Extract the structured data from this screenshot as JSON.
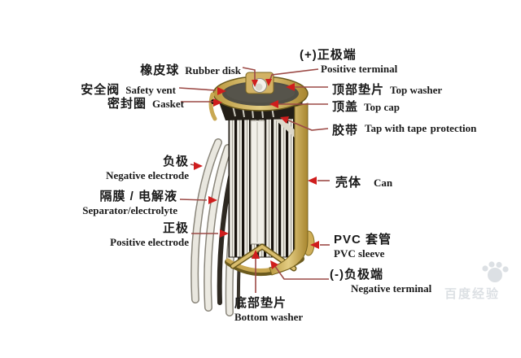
{
  "labels": {
    "rubber_disk": {
      "zh": "橡皮球",
      "en": "Rubber disk"
    },
    "positive_terminal": {
      "zh": "(+)正极端",
      "en": "Positive terminal"
    },
    "safety_vent": {
      "zh": "安全阀",
      "en": "Safety vent"
    },
    "gasket": {
      "zh": "密封圈",
      "en": "Gasket"
    },
    "top_washer": {
      "zh": "顶部垫片",
      "en": "Top washer"
    },
    "top_cap": {
      "zh": "顶盖",
      "en": "Top cap"
    },
    "tape": {
      "zh": "胶带",
      "en_line1": "Tap with tape",
      "en_line2": "protection"
    },
    "negative_electrode": {
      "zh": "负极",
      "en": "Negative electrode"
    },
    "separator": {
      "zh": "隔膜 / 电解液",
      "en": "Separator/electrolyte"
    },
    "positive_electrode": {
      "zh": "正极",
      "en": "Positive electrode"
    },
    "can": {
      "zh": "壳体",
      "en": "Can"
    },
    "pvc_sleeve": {
      "zh": "PVC 套管",
      "en": "PVC sleeve"
    },
    "negative_terminal": {
      "zh": "(-)负极端",
      "en": "Negative terminal"
    },
    "bottom_washer": {
      "zh": "底部垫片",
      "en": "Bottom washer"
    }
  },
  "watermark": {
    "text": "百度经验",
    "icon": "paw-icon"
  },
  "colors": {
    "leader_line": "#9c4a46",
    "arrow": "#cf1d1d",
    "can_tan": "#c9a852",
    "top_surface": "#514f45",
    "background": "#ffffff"
  }
}
